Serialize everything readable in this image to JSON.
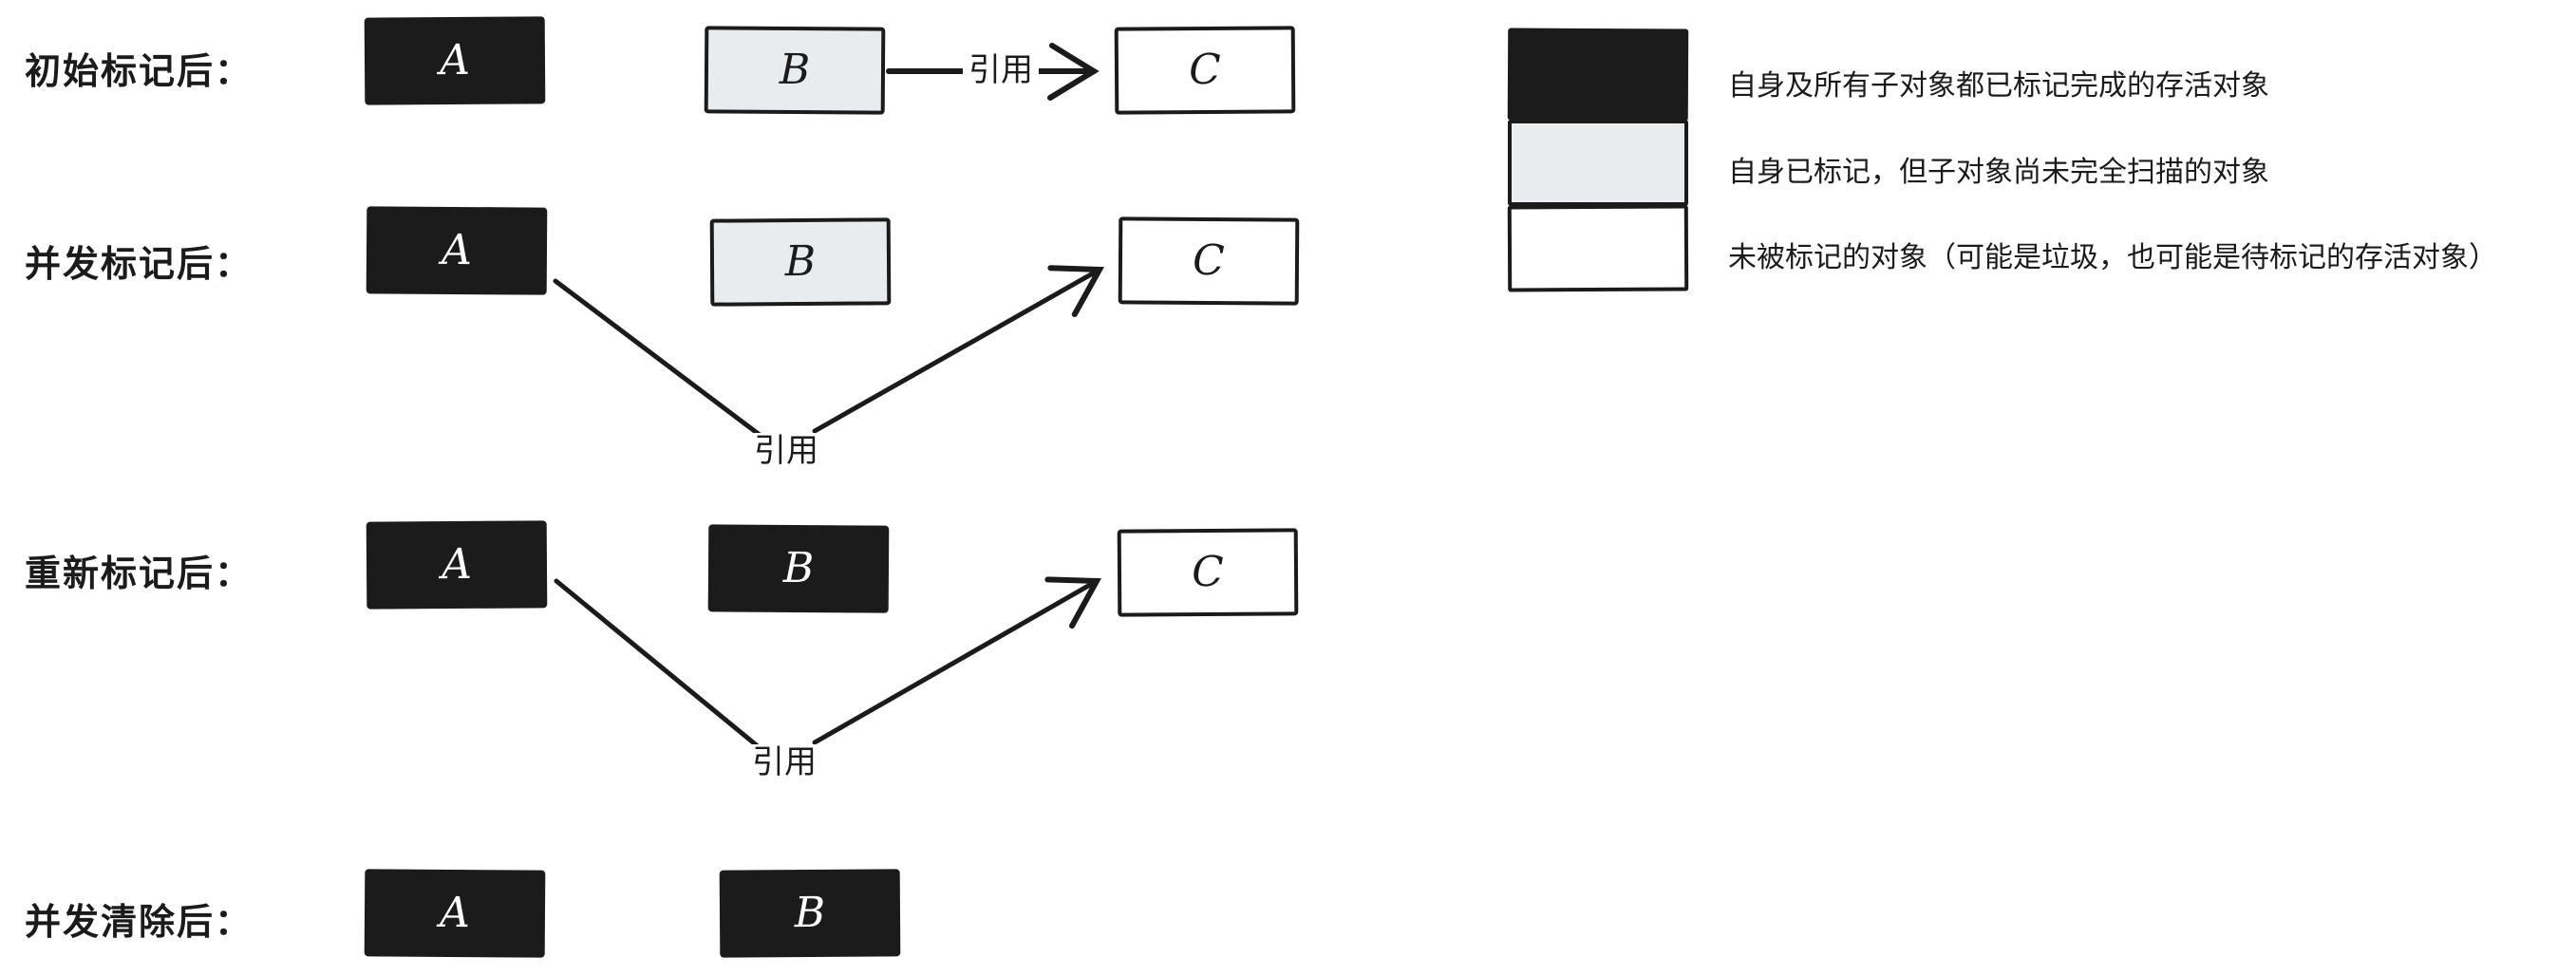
{
  "diagram_title": "concurrent-marking-phases",
  "rows": [
    {
      "label": "初始标记后：",
      "boxes": [
        {
          "id": "A",
          "state": "fully-marked-black"
        },
        {
          "id": "B",
          "state": "self-marked-gray"
        },
        {
          "id": "C",
          "state": "unmarked-white"
        }
      ],
      "arrow": {
        "from": "B",
        "to": "C",
        "label": "引用"
      }
    },
    {
      "label": "并发标记后：",
      "boxes": [
        {
          "id": "A",
          "state": "fully-marked-black"
        },
        {
          "id": "B",
          "state": "self-marked-gray"
        },
        {
          "id": "C",
          "state": "unmarked-white"
        }
      ],
      "arrow": {
        "from": "A",
        "to": "C",
        "label": "引用"
      }
    },
    {
      "label": "重新标记后：",
      "boxes": [
        {
          "id": "A",
          "state": "fully-marked-black"
        },
        {
          "id": "B",
          "state": "fully-marked-black"
        },
        {
          "id": "C",
          "state": "unmarked-white"
        }
      ],
      "arrow": {
        "from": "A",
        "to": "C",
        "label": "引用"
      }
    },
    {
      "label": "并发清除后：",
      "boxes": [
        {
          "id": "A",
          "state": "fully-marked-black"
        },
        {
          "id": "B",
          "state": "fully-marked-black"
        }
      ]
    }
  ],
  "legend": {
    "items": [
      {
        "swatch": "black",
        "fill": "#1b1b1b",
        "text": "自身及所有子对象都已标记完成的存活对象"
      },
      {
        "swatch": "gray",
        "fill": "#e9ecef",
        "text": "自身已标记，但子对象尚未完全扫描的对象"
      },
      {
        "swatch": "white",
        "fill": "#ffffff",
        "text": "未被标记的对象（可能是垃圾，也可能是待标记的存活对象）"
      }
    ]
  },
  "colors": {
    "ink": "#1b1b1b",
    "gray_fill": "#e9ecef",
    "white_fill": "#ffffff",
    "background": "#ffffff"
  }
}
